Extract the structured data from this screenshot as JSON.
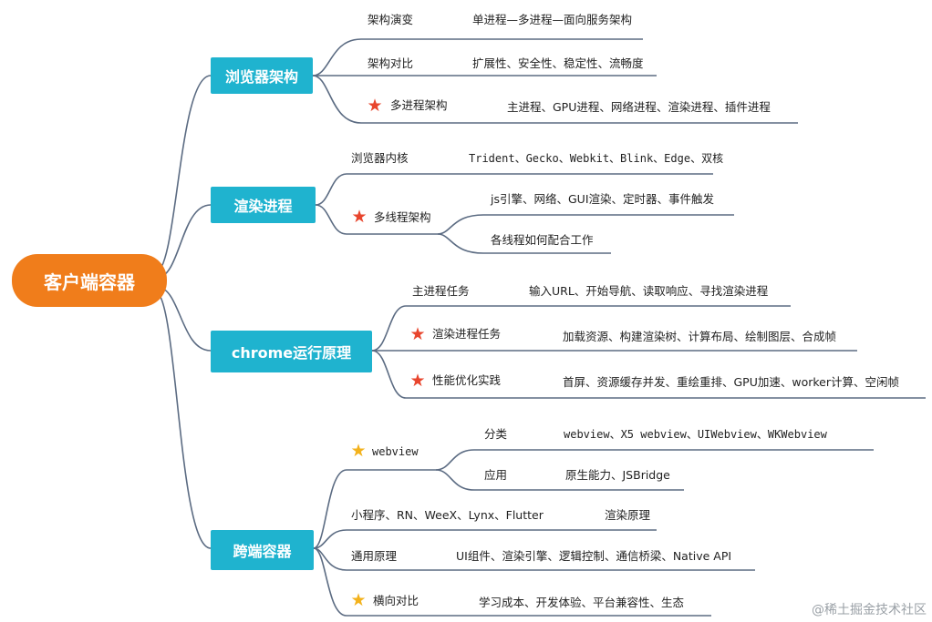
{
  "root": {
    "label": "客户端容器"
  },
  "branches": [
    {
      "label": "浏览器架构",
      "items": [
        {
          "label": "架构演变",
          "detail": "单进程—多进程—面向服务架构"
        },
        {
          "label": "架构对比",
          "detail": "扩展性、安全性、稳定性、流畅度"
        },
        {
          "label": "多进程架构",
          "detail": "主进程、GPU进程、网络进程、渲染进程、插件进程",
          "star": "red"
        }
      ]
    },
    {
      "label": "渲染进程",
      "items": [
        {
          "label": "浏览器内核",
          "detail": "Trident、Gecko、Webkit、Blink、Edge、双核"
        },
        {
          "label": "多线程架构",
          "star": "red",
          "children": [
            {
              "label": "js引擎、网络、GUI渲染、定时器、事件触发"
            },
            {
              "label": "各线程如何配合工作"
            }
          ]
        }
      ]
    },
    {
      "label": "chrome运行原理",
      "items": [
        {
          "label": "主进程任务",
          "detail": "输入URL、开始导航、读取响应、寻找渲染进程"
        },
        {
          "label": "渲染进程任务",
          "detail": "加载资源、构建渲染树、计算布局、绘制图层、合成帧",
          "star": "red"
        },
        {
          "label": "性能优化实践",
          "detail": "首屏、资源缓存并发、重绘重排、GPU加速、worker计算、空闲帧",
          "star": "red"
        }
      ]
    },
    {
      "label": "跨端容器",
      "items": [
        {
          "label": "webview",
          "star": "gold",
          "children": [
            {
              "label": "分类",
              "detail": "webview、X5 webview、UIWebview、WKWebview"
            },
            {
              "label": "应用",
              "detail": "原生能力、JSBridge"
            }
          ]
        },
        {
          "label": "小程序、RN、WeeX、Lynx、Flutter",
          "detail": "渲染原理"
        },
        {
          "label": "通用原理",
          "detail": "UI组件、渲染引擎、逻辑控制、通信桥梁、Native API"
        },
        {
          "label": "横向对比",
          "detail": "学习成本、开发体验、平台兼容性、生态",
          "star": "gold"
        }
      ]
    }
  ],
  "watermark": "@稀土掘金技术社区",
  "colors": {
    "root": "#f07d1b",
    "node": "#1fb3cf",
    "line": "#5b6b82",
    "star_red": "#e8452d",
    "star_gold": "#f3b21c"
  }
}
